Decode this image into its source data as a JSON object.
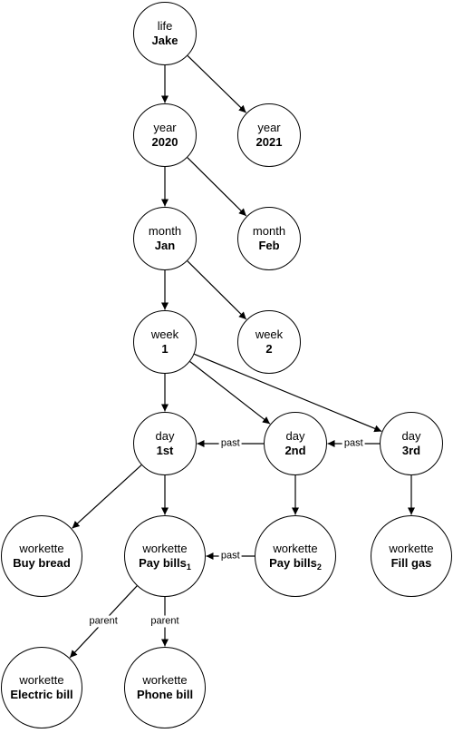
{
  "nodes": {
    "life_jake": {
      "kind": "life",
      "value": "Jake"
    },
    "year_2020": {
      "kind": "year",
      "value": "2020"
    },
    "year_2021": {
      "kind": "year",
      "value": "2021"
    },
    "month_jan": {
      "kind": "month",
      "value": "Jan"
    },
    "month_feb": {
      "kind": "month",
      "value": "Feb"
    },
    "week_1": {
      "kind": "week",
      "value": "1"
    },
    "week_2": {
      "kind": "week",
      "value": "2"
    },
    "day_1st": {
      "kind": "day",
      "value": "1st"
    },
    "day_2nd": {
      "kind": "day",
      "value": "2nd"
    },
    "day_3rd": {
      "kind": "day",
      "value": "3rd"
    },
    "buy_bread": {
      "kind": "workette",
      "value": "Buy bread"
    },
    "pay_bills_1": {
      "kind": "workette",
      "value": "Pay bills",
      "subscript": "1"
    },
    "pay_bills_2": {
      "kind": "workette",
      "value": "Pay bills",
      "subscript": "2"
    },
    "fill_gas": {
      "kind": "workette",
      "value": "Fill gas"
    },
    "electric_bill": {
      "kind": "workette",
      "value": "Electric bill"
    },
    "phone_bill": {
      "kind": "workette",
      "value": "Phone bill"
    }
  },
  "edges": [
    {
      "from": "life_jake",
      "to": "year_2020"
    },
    {
      "from": "life_jake",
      "to": "year_2021"
    },
    {
      "from": "year_2020",
      "to": "month_jan"
    },
    {
      "from": "year_2020",
      "to": "month_feb"
    },
    {
      "from": "month_jan",
      "to": "week_1"
    },
    {
      "from": "month_jan",
      "to": "week_2"
    },
    {
      "from": "week_1",
      "to": "day_1st"
    },
    {
      "from": "week_1",
      "to": "day_2nd"
    },
    {
      "from": "week_1",
      "to": "day_3rd"
    },
    {
      "from": "day_2nd",
      "to": "day_1st",
      "label": "past"
    },
    {
      "from": "day_3rd",
      "to": "day_2nd",
      "label": "past"
    },
    {
      "from": "day_1st",
      "to": "buy_bread"
    },
    {
      "from": "day_1st",
      "to": "pay_bills_1"
    },
    {
      "from": "day_2nd",
      "to": "pay_bills_2"
    },
    {
      "from": "day_3rd",
      "to": "fill_gas"
    },
    {
      "from": "pay_bills_2",
      "to": "pay_bills_1",
      "label": "past"
    },
    {
      "from": "pay_bills_1",
      "to": "electric_bill",
      "label": "parent"
    },
    {
      "from": "pay_bills_1",
      "to": "phone_bill",
      "label": "parent"
    }
  ]
}
